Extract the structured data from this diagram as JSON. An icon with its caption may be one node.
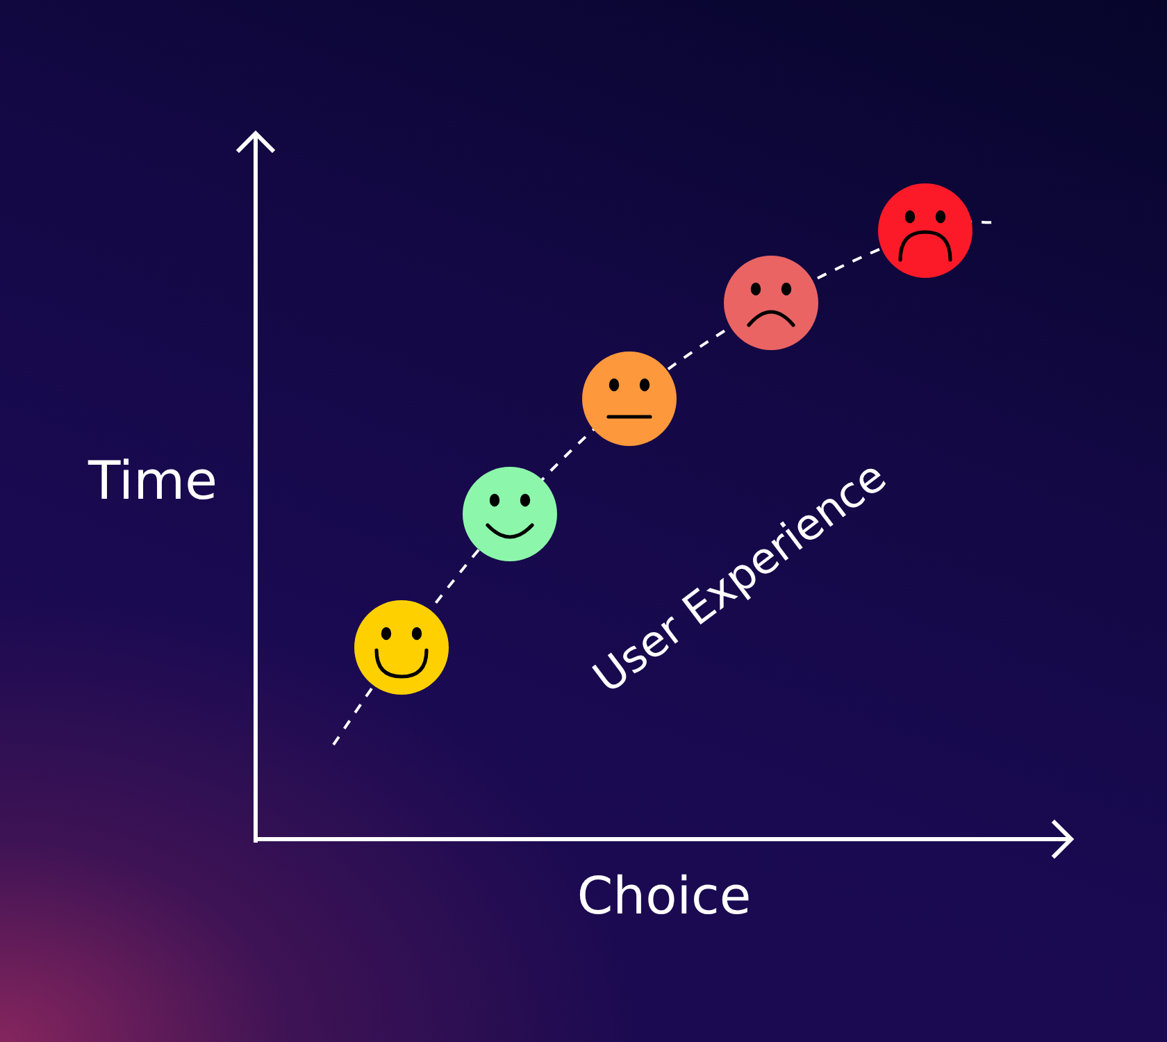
{
  "diagram": {
    "labels": [
      "Time",
      "User Experience",
      "Choice"
    ]
  }
}
